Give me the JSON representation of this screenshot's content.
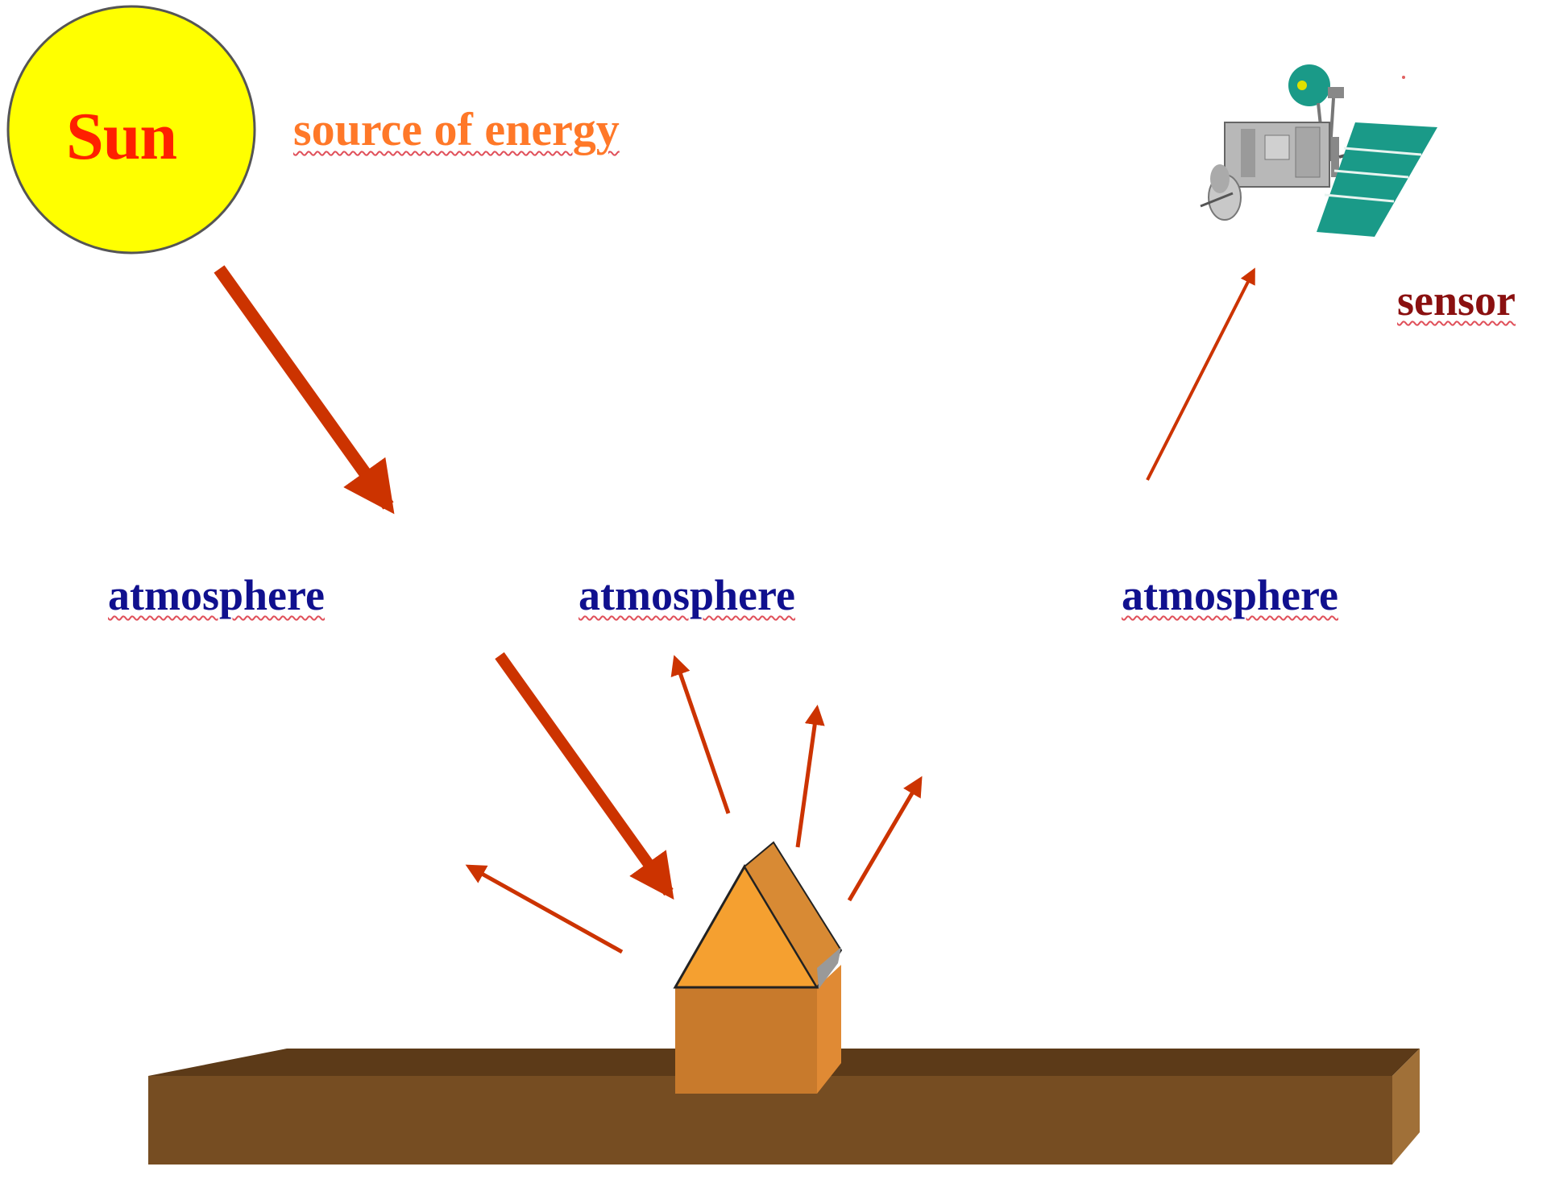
{
  "labels": {
    "sun": "Sun",
    "source": "source of energy",
    "sensor": "sensor",
    "atmosphere": [
      "atmosphere",
      "atmosphere",
      "atmosphere"
    ]
  },
  "colors": {
    "sun_fill": "#ffff00",
    "sun_text": "#ff2000",
    "source_text": "#ff7828",
    "sensor_text": "#8a1010",
    "atmosphere_text": "#10108e",
    "arrow": "#cc3300",
    "ground": "#764d22",
    "house": "#f5a030",
    "solar_panel": "#1a9a88"
  }
}
